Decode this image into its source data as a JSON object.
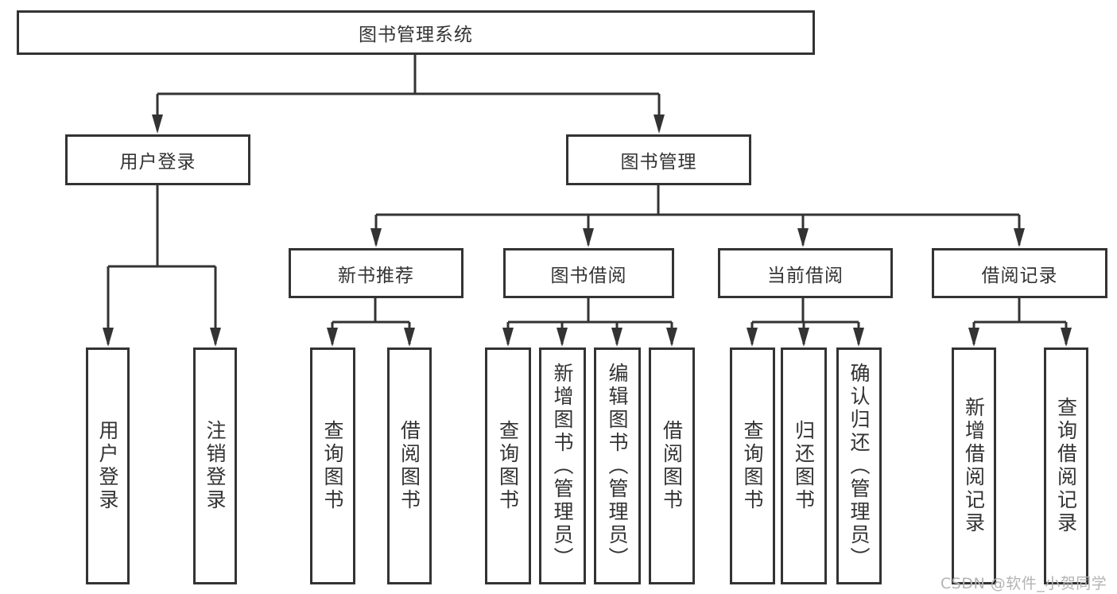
{
  "colors": {
    "line": "#333333",
    "text": "#333333",
    "watermark": "#b3b3b3",
    "background": "#ffffff"
  },
  "tree": {
    "root": "图书管理系统",
    "children": [
      {
        "label": "用户登录",
        "children": [
          "用户登录",
          "注销登录"
        ]
      },
      {
        "label": "图书管理",
        "children": [
          {
            "label": "新书推荐",
            "children": [
              "查询图书",
              "借阅图书"
            ]
          },
          {
            "label": "图书借阅",
            "children": [
              "查询图书",
              "新增图书（管理员）",
              "编辑图书（管理员）",
              "借阅图书"
            ]
          },
          {
            "label": "当前借阅",
            "children": [
              "查询图书",
              "归还图书",
              "确认归还（管理员）"
            ]
          },
          {
            "label": "借阅记录",
            "children": [
              "新增借阅记录",
              "查询借阅记录"
            ]
          }
        ]
      }
    ]
  },
  "watermark": {
    "text": "CSDN @软件_小贺同学"
  }
}
